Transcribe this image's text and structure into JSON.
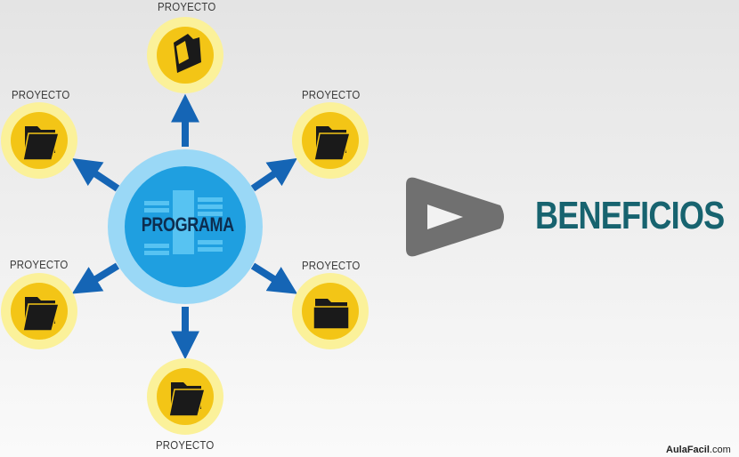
{
  "center": {
    "label": "PROGRAMA"
  },
  "projects": [
    {
      "label": "PROYECTO"
    },
    {
      "label": "PROYECTO"
    },
    {
      "label": "PROYECTO"
    },
    {
      "label": "PROYECTO"
    },
    {
      "label": "PROYECTO"
    },
    {
      "label": "PROYECTO"
    }
  ],
  "result": {
    "label": "BENEFICIOS"
  },
  "brand": {
    "name": "AulaFacil",
    "suffix": ".com"
  },
  "colors": {
    "arrow_blue": "#1565b5",
    "center_outer": "#9ad8f6",
    "center_inner": "#1f9fe0",
    "project_ring": "#fbf19a",
    "project_core": "#f3c516",
    "play_gray": "#707070",
    "benefits_teal": "#17636f"
  }
}
